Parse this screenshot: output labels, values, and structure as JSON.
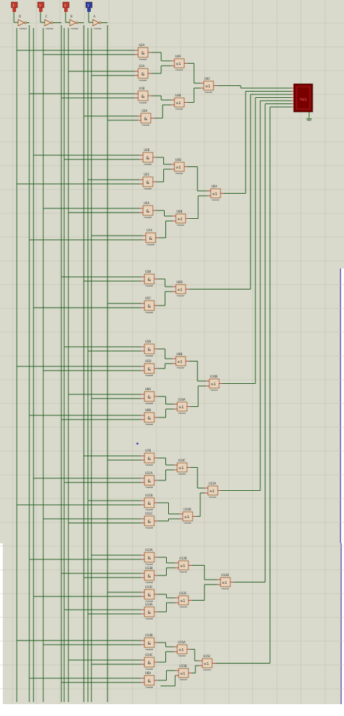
{
  "probes": [
    {
      "name": "probe-d",
      "color": "#c0392b",
      "input_label": "D"
    },
    {
      "name": "probe-c",
      "color": "#c0392b",
      "input_label": "C"
    },
    {
      "name": "probe-b",
      "color": "#c0392b",
      "input_label": "B"
    },
    {
      "name": "probe-a",
      "color": "#2c3e9e",
      "input_label": "A"
    }
  ],
  "inverters": [
    {
      "id": "inv-d",
      "label": "D",
      "part": "74LS04"
    },
    {
      "id": "inv-c",
      "label": "C",
      "part": "74LS04"
    },
    {
      "id": "inv-b",
      "label": "B",
      "part": "74LS04"
    },
    {
      "id": "inv-a",
      "label": "A",
      "part": "74LS04"
    }
  ],
  "and_gates": [
    {
      "ref": "U2A",
      "symbol": "&",
      "part": "74LS08"
    },
    {
      "ref": "U1A",
      "symbol": "&",
      "part": "74LS08"
    },
    {
      "ref": "U1B",
      "symbol": "&",
      "part": "74LS08"
    },
    {
      "ref": "U3A",
      "symbol": "&",
      "part": "74LS08"
    },
    {
      "ref": "U2B",
      "symbol": "&",
      "part": "74LS08"
    },
    {
      "ref": "U2C",
      "symbol": "&",
      "part": "74LS08"
    },
    {
      "ref": "U5A",
      "symbol": "&",
      "part": "74LS08"
    },
    {
      "ref": "U7A",
      "symbol": "&",
      "part": "74LS08"
    },
    {
      "ref": "U3B",
      "symbol": "&",
      "part": "74LS08"
    },
    {
      "ref": "U5C",
      "symbol": "&",
      "part": "74LS08"
    },
    {
      "ref": "U5B",
      "symbol": "&",
      "part": "74LS08"
    },
    {
      "ref": "U5D",
      "symbol": "&",
      "part": "74LS08"
    },
    {
      "ref": "U8A",
      "symbol": "&",
      "part": "74LS08"
    },
    {
      "ref": "U8B",
      "symbol": "&",
      "part": "74LS08"
    },
    {
      "ref": "U7B",
      "symbol": "&",
      "part": "74LS08"
    },
    {
      "ref": "U11A",
      "symbol": "&",
      "part": "74LS08"
    },
    {
      "ref": "U11B",
      "symbol": "&",
      "part": "74LS08"
    },
    {
      "ref": "U11C",
      "symbol": "&",
      "part": "74LS08"
    },
    {
      "ref": "U13A",
      "symbol": "&",
      "part": "74LS08"
    },
    {
      "ref": "U13B",
      "symbol": "&",
      "part": "74LS08"
    },
    {
      "ref": "U13C",
      "symbol": "&",
      "part": "74LS08"
    },
    {
      "ref": "U14A",
      "symbol": "&",
      "part": "74LS08"
    },
    {
      "ref": "U14B",
      "symbol": "&",
      "part": "74LS08"
    },
    {
      "ref": "U14C",
      "symbol": "&",
      "part": "74LS08"
    },
    {
      "ref": "U8A",
      "symbol": "&",
      "part": "74LS08"
    }
  ],
  "or_gates": [
    {
      "ref": "U4A",
      "symbol": "≥1",
      "part": "74LS32"
    },
    {
      "ref": "U4B",
      "symbol": "≥1",
      "part": "74LS32"
    },
    {
      "ref": "U4C",
      "symbol": "≥1",
      "part": "74LS32"
    },
    {
      "ref": "U4D",
      "symbol": "≥1",
      "part": "74LS32"
    },
    {
      "ref": "U6B",
      "symbol": "≥1",
      "part": "74LS32"
    },
    {
      "ref": "U6A",
      "symbol": "≥1",
      "part": "74LS32"
    },
    {
      "ref": "U6D",
      "symbol": "≥1",
      "part": "74LS32"
    },
    {
      "ref": "U9B",
      "symbol": "≥1",
      "part": "74LS32"
    },
    {
      "ref": "U10A",
      "symbol": "≥1",
      "part": "74LS32"
    },
    {
      "ref": "U10B",
      "symbol": "≥1",
      "part": "74LS32"
    },
    {
      "ref": "U10C",
      "symbol": "≥1",
      "part": "74LS32"
    },
    {
      "ref": "U10D",
      "symbol": "≥1",
      "part": "74LS32"
    },
    {
      "ref": "U12A",
      "symbol": "≥1",
      "part": "74LS32"
    },
    {
      "ref": "U12B",
      "symbol": "≥1",
      "part": "74LS32"
    },
    {
      "ref": "U12C",
      "symbol": "≥1",
      "part": "74LS32"
    },
    {
      "ref": "U12D",
      "symbol": "≥1",
      "part": "74LS32"
    },
    {
      "ref": "U15A",
      "symbol": "≥1",
      "part": "74LS32"
    },
    {
      "ref": "U15B",
      "symbol": "≥1",
      "part": "74LS32"
    },
    {
      "ref": "U15C",
      "symbol": "≥1",
      "part": "74LS32"
    }
  ],
  "display": {
    "label": "7SEG"
  },
  "colors": {
    "sheet": "#d9d9cc",
    "grid": "#c2c2b0",
    "wire": "#1f5f1f",
    "gate_fill": "#e8d4bc",
    "gate_stroke": "#8b4513",
    "display": "#7a0000",
    "pin": "#a00000",
    "text": "#222222",
    "frame": "#3a3aa8"
  }
}
